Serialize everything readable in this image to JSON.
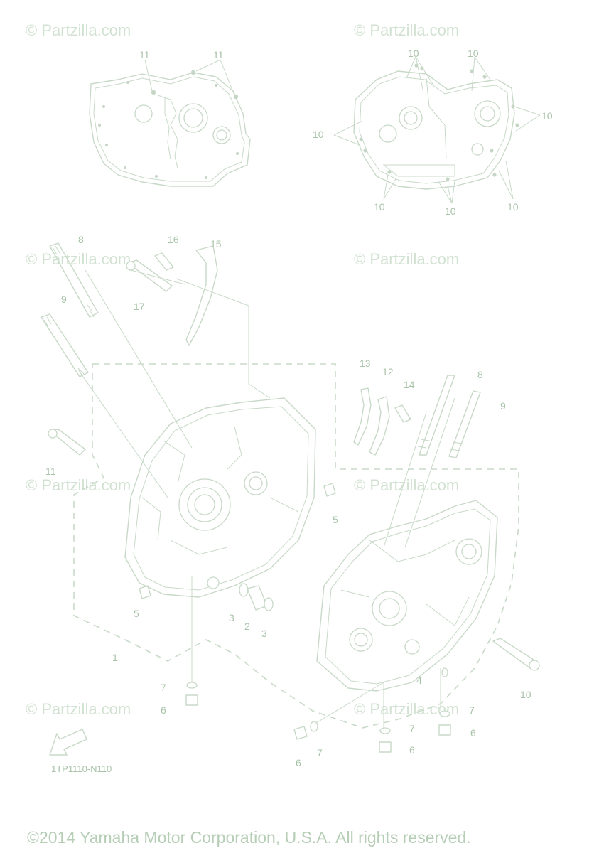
{
  "diagram": {
    "watermark": "© Partzilla.com",
    "callouts": [
      "11",
      "11",
      "10",
      "10",
      "10",
      "10",
      "10",
      "10",
      "10",
      "10",
      "8",
      "16",
      "15",
      "17",
      "9",
      "13",
      "12",
      "14",
      "8",
      "9",
      "11",
      "5",
      "5",
      "3",
      "2",
      "3",
      "1",
      "4",
      "7",
      "6",
      "7",
      "6",
      "7",
      "6",
      "7",
      "10"
    ],
    "code": "1TP1110-N110",
    "copyright": "©2014 Yamaha Motor Corporation, U.S.A. All rights reserved."
  },
  "colors": {
    "line": "#c8d9c8",
    "text": "#a9c3a9"
  }
}
